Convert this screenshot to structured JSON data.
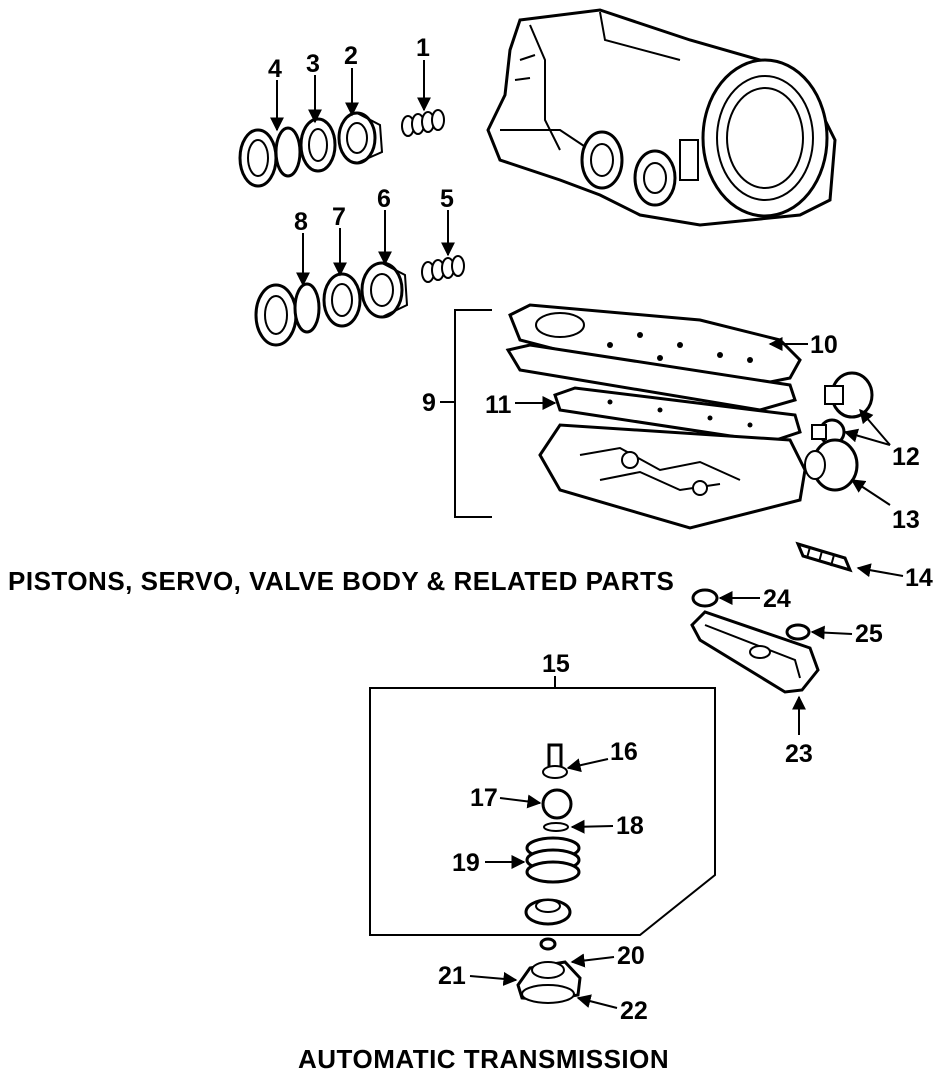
{
  "captions": {
    "section_title": "PISTONS, SERVO, VALVE BODY & RELATED PARTS",
    "footer_title": "AUTOMATIC TRANSMISSION"
  },
  "callouts": {
    "c1": "1",
    "c2": "2",
    "c3": "3",
    "c4": "4",
    "c5": "5",
    "c6": "6",
    "c7": "7",
    "c8": "8",
    "c9": "9",
    "c10": "10",
    "c11": "11",
    "c12": "12",
    "c13": "13",
    "c14": "14",
    "c15": "15",
    "c16": "16",
    "c17": "17",
    "c18": "18",
    "c19": "19",
    "c20": "20",
    "c21": "21",
    "c22": "22",
    "c23": "23",
    "c24": "24",
    "c25": "25"
  }
}
